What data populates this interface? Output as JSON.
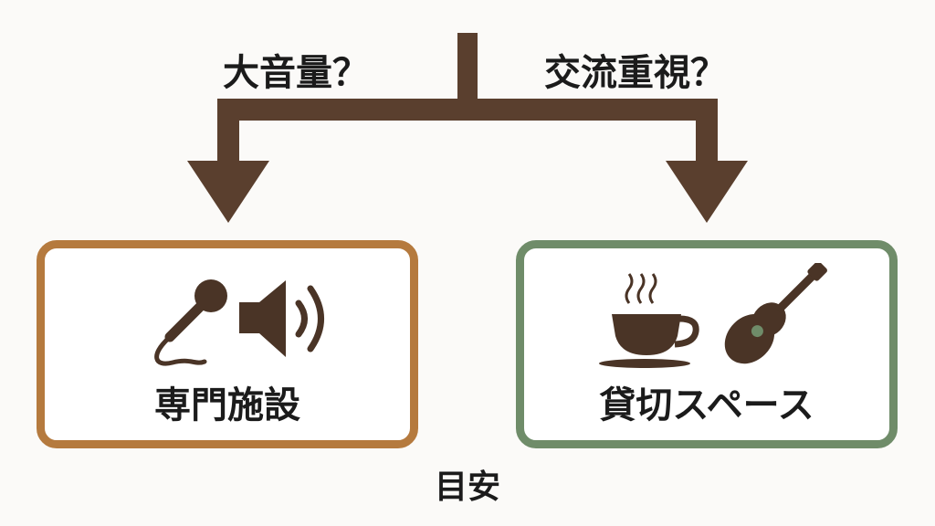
{
  "diagram": {
    "question_left": "大音量？",
    "question_right": "交流重視？",
    "box_left_title": "専門施設",
    "box_right_title": "貸切スペース",
    "footer": "目安",
    "colors": {
      "arrow": "#5a3f2e",
      "box_left_border": "#b57a3e",
      "box_right_border": "#6f8c69",
      "icon": "#4a3426"
    },
    "icons_left": [
      "microphone-icon",
      "speaker-icon"
    ],
    "icons_right": [
      "coffee-cup-icon",
      "guitar-icon"
    ]
  }
}
